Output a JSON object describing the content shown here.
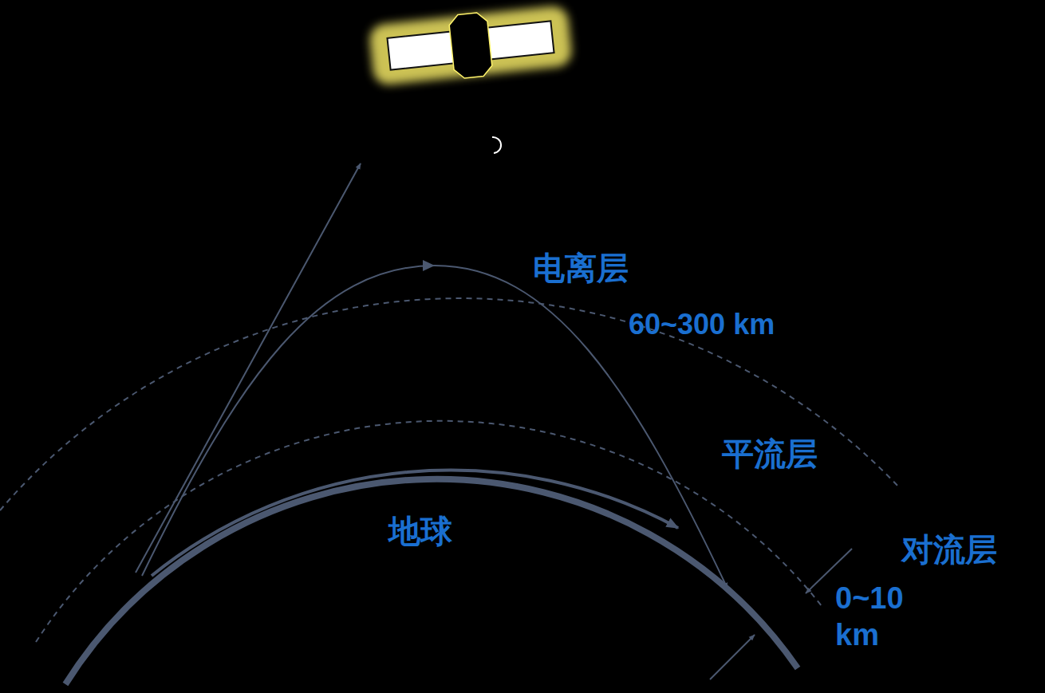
{
  "diagram": {
    "labels": [
      "电离层",
      "60~300 km",
      "平流层",
      "对流层",
      "0~10 km",
      "地球"
    ]
  }
}
